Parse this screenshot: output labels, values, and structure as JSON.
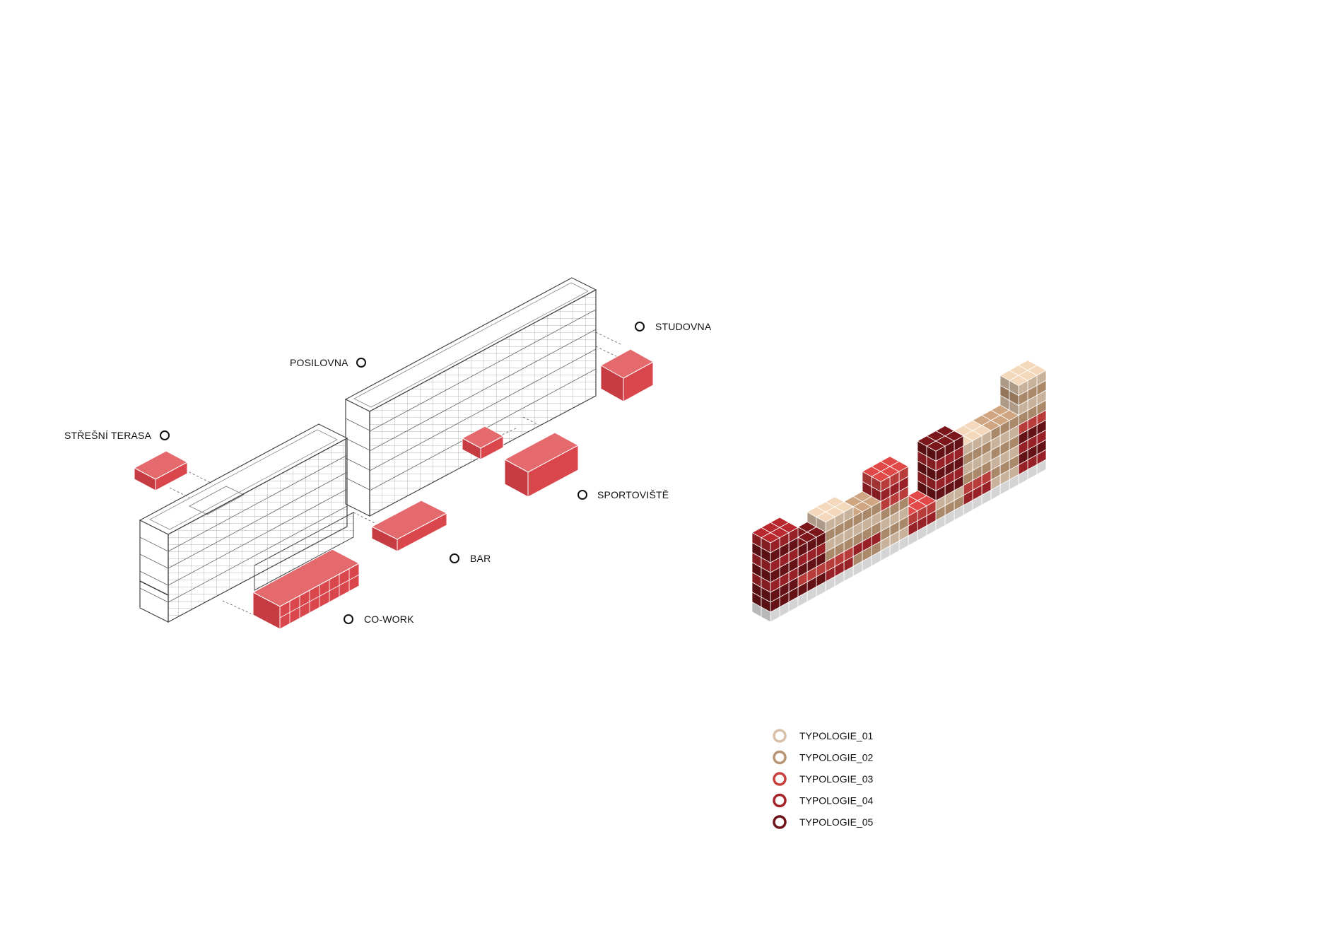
{
  "program_labels": {
    "stresni_terasa": "STŘEŠNÍ TERASA",
    "posilovna": "POSILOVNA",
    "studovna": "STUDOVNA",
    "sportoviste": "SPORTOVIŠTĚ",
    "bar": "BAR",
    "cowork": "CO-WORK"
  },
  "legend": [
    {
      "label": "TYPOLOGIE_01",
      "color": "#d9c1a8"
    },
    {
      "label": "TYPOLOGIE_02",
      "color": "#b99473"
    },
    {
      "label": "TYPOLOGIE_03",
      "color": "#c8413f"
    },
    {
      "label": "TYPOLOGIE_04",
      "color": "#a5242a"
    },
    {
      "label": "TYPOLOGIE_05",
      "color": "#6e1418"
    }
  ],
  "colors": {
    "program_block": "#d9464c",
    "base_modules": "#e6e6e6",
    "building_line": "#555555"
  }
}
